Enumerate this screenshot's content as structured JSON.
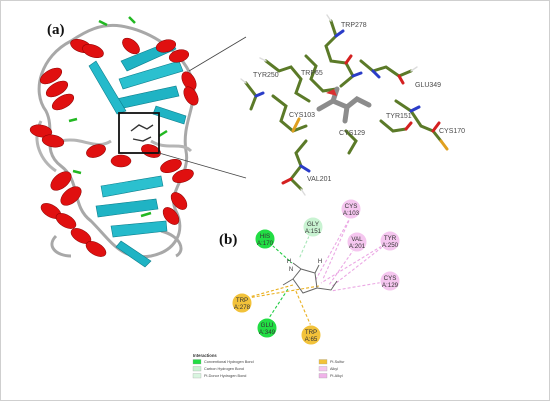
{
  "panels": {
    "a": {
      "label": "(a)"
    },
    "b": {
      "label": "(b)"
    }
  },
  "zoom_residue_labels": [
    "TRP278",
    "TYR250",
    "TRP65",
    "GLU349",
    "CYS103",
    "TYR151",
    "CYS129",
    "CYS170",
    "VAL201"
  ],
  "interactions": [
    {
      "id": "his",
      "label": "HIS\nA:170",
      "type": "conventional_hbond",
      "color": "#22dd44"
    },
    {
      "id": "gly151",
      "label": "GLY\nA:151",
      "type": "carbon_hbond",
      "color": "#c9f3d2"
    },
    {
      "id": "cys103",
      "label": "CYS\nA:103",
      "type": "alkyl",
      "color": "#f5c6ef"
    },
    {
      "id": "val201",
      "label": "VAL\nA:201",
      "type": "alkyl",
      "color": "#f5c6ef"
    },
    {
      "id": "tyr250",
      "label": "TYR\nA:250",
      "type": "pi_alkyl",
      "color": "#f5c6ef"
    },
    {
      "id": "cys129",
      "label": "CYS\nA:129",
      "type": "alkyl",
      "color": "#f5c6ef"
    },
    {
      "id": "trp278",
      "label": "TRP\nA:278",
      "type": "pi_sulfur",
      "color": "#f2c23a"
    },
    {
      "id": "glu349",
      "label": "GLU\nA:349",
      "type": "conventional_hbond",
      "color": "#22dd44"
    },
    {
      "id": "trp65",
      "label": "TRP\nA:65",
      "type": "pi_sulfur",
      "color": "#f2c23a"
    }
  ],
  "ligand_atoms": {
    "n": "N",
    "h1": "H",
    "h2": "H"
  },
  "legend": {
    "title": "Interactions",
    "items": [
      {
        "label": "Conventional Hydrogen Bond",
        "color": "#22dd44"
      },
      {
        "label": "Carbon Hydrogen Bond",
        "color": "#c9f3d2"
      },
      {
        "label": "Pi-Donor Hydrogen Bond",
        "color": "#d9f5e0"
      },
      {
        "label": "Pi-Sulfur",
        "color": "#f2c23a"
      },
      {
        "label": "Alkyl",
        "color": "#f5c6ef"
      },
      {
        "label": "Pi-Alkyl",
        "color": "#f0b3e9"
      }
    ]
  }
}
